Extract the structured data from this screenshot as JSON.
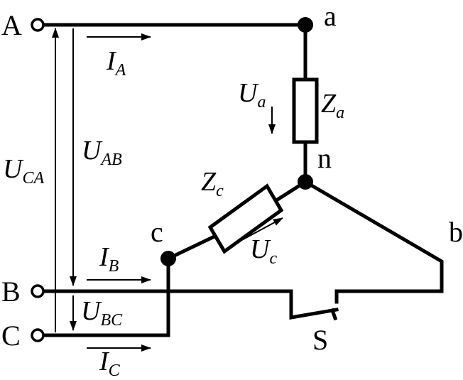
{
  "terminals": {
    "A": "A",
    "B": "B",
    "C": "C"
  },
  "nodes": {
    "a": "a",
    "b": "b",
    "c": "c",
    "n": "n"
  },
  "switch_label": "S",
  "currents": {
    "IA": {
      "sym": "I",
      "sub": "A"
    },
    "IB": {
      "sym": "I",
      "sub": "B"
    },
    "IC": {
      "sym": "I",
      "sub": "C"
    }
  },
  "voltages": {
    "UCA": {
      "sym": "U",
      "sub": "CA"
    },
    "UAB": {
      "sym": "U",
      "sub": "AB"
    },
    "UBC": {
      "sym": "U",
      "sub": "BC"
    },
    "Ua": {
      "sym": "U",
      "sub": "a"
    },
    "Uc": {
      "sym": "U",
      "sub": "c"
    }
  },
  "impedances": {
    "Za": {
      "sym": "Z",
      "sub": "a"
    },
    "Zc": {
      "sym": "Z",
      "sub": "c"
    }
  }
}
